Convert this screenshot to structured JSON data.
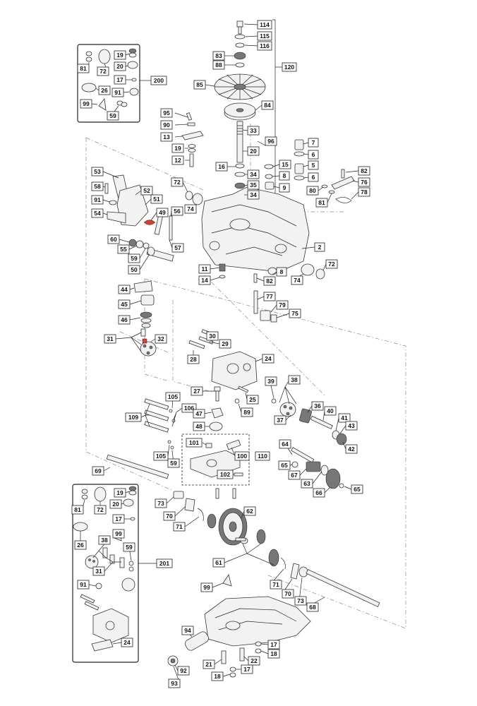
{
  "labels": {
    "l114": "114",
    "l115": "115",
    "l116": "116",
    "l120": "120",
    "l83": "83",
    "l88": "88",
    "l85": "85",
    "l84": "84",
    "l33": "33",
    "l20a": "20",
    "l96": "96",
    "l16": "16",
    "l34a": "34",
    "l35": "35",
    "l34b": "34",
    "l95": "95",
    "l90": "90",
    "l13": "13",
    "l19a": "19",
    "l12": "12",
    "l7": "7",
    "l6a": "6",
    "l15": "15",
    "l8a": "8",
    "l9": "9",
    "l5": "5",
    "l6b": "6",
    "l82a": "82",
    "l76": "76",
    "l78": "78",
    "l80": "80",
    "l81a": "81",
    "l53": "53",
    "l58": "58",
    "l91a": "91",
    "l54": "54",
    "l52": "52",
    "l51": "51",
    "l49": "49",
    "l56": "56",
    "l72a": "72",
    "l74a": "74",
    "l57": "57",
    "l60": "60",
    "l55": "55",
    "l59a": "59",
    "l50": "50",
    "l2": "2",
    "l11": "11",
    "l14": "14",
    "l8b": "8",
    "l74b": "74",
    "l72b": "72",
    "l82b": "82",
    "l77": "77",
    "l79": "79",
    "l75": "75",
    "l44": "44",
    "l45": "45",
    "l46": "46",
    "l31a": "31",
    "l32": "32",
    "l30": "30",
    "l29": "29",
    "l28": "28",
    "l24a": "24",
    "l27": "27",
    "l25": "25",
    "l89": "89",
    "l39": "39",
    "l38a": "38",
    "l36": "36",
    "l37": "37",
    "l40": "40",
    "l41": "41",
    "l43": "43",
    "l42": "42",
    "l105a": "105",
    "l106": "106",
    "l109": "109",
    "l47": "47",
    "l48": "48",
    "l105b": "105",
    "l59b": "59",
    "l101": "101",
    "l100": "100",
    "l110": "110",
    "l102": "102",
    "l64": "64",
    "l65a": "65",
    "l67": "67",
    "l63": "63",
    "l66": "66",
    "l65b": "65",
    "l69": "69",
    "l73a": "73",
    "l70a": "70",
    "l71a": "71",
    "l62": "62",
    "l61": "61",
    "l71b": "71",
    "l70b": "70",
    "l73b": "73",
    "l68": "68",
    "l99a": "99",
    "l94": "94",
    "l92": "92",
    "l93": "93",
    "l21": "21",
    "l22": "22",
    "l17a": "17",
    "l18a": "18",
    "l18b": "18",
    "l17b": "17",
    "l200": "200",
    "l81b": "81",
    "l72c": "72",
    "l19b": "19",
    "l20b": "20",
    "l26a": "26",
    "l17c": "17",
    "l91b": "91",
    "l99b": "99",
    "l59c": "59",
    "l201": "201",
    "l81c": "81",
    "l72d": "72",
    "l19c": "19",
    "l20c": "20",
    "l17d": "17",
    "l26b": "26",
    "l99c": "99",
    "l38b": "38",
    "l59d": "59",
    "l31b": "31",
    "l91c": "91",
    "l24b": "24"
  }
}
